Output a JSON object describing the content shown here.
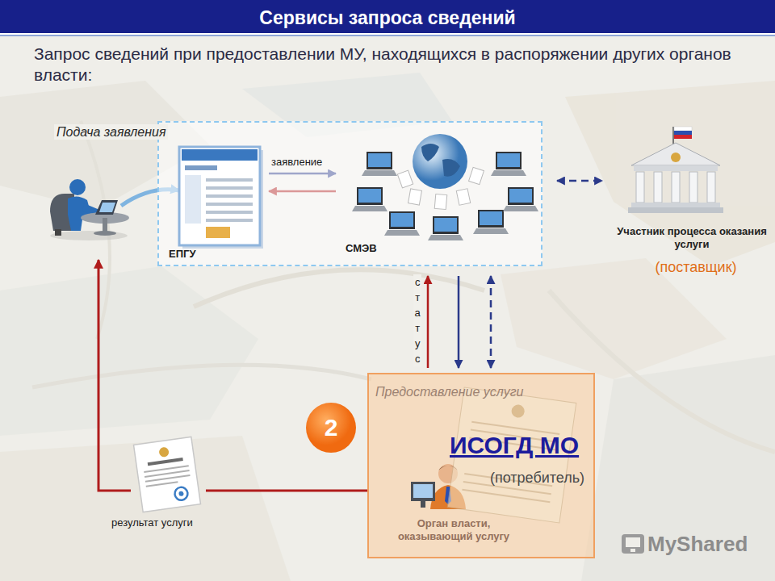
{
  "diagram": {
    "title": "Сервисы запроса сведений",
    "nodes": [
      {
        "text": [
          "Подача заявления"
        ]
      },
      {
        "text": [
          "ЕПГУ"
        ],
        "in": 0
      },
      {
        "text": [
          "СМЭВ"
        ],
        "in": 0
      },
      {
        "text": [
          "Участник процесса оказания услуги",
          "(поставщик)"
        ]
      },
      {
        "text": [
          "2"
        ]
      },
      {
        "text": [
          "Предоставление услуги",
          "ИСОГД МО",
          "(потребитель)"
        ]
      },
      {
        "text": [
          "Орган власти, оказывающий услугу"
        ],
        "in": 5
      }
    ],
    "edges": [
      {
        "from": 1,
        "to": 2,
        "label": "заявление",
        "arrow": "to"
      },
      {
        "from": 2,
        "to": 1,
        "arrow": "to"
      },
      {
        "from": 0,
        "to": 3,
        "arrow": "both"
      },
      {
        "from": 5,
        "to": 2,
        "label": "статус",
        "arrow": "to"
      },
      {
        "from": 2,
        "to": 5,
        "arrow": "to"
      },
      {
        "from": 2,
        "to": 5,
        "arrow": "both"
      }
    ],
    "labels": [
      "Запрос сведений при предоставлении МУ, находящихся в распоряжении других органов власти:",
      "результат услуги",
      "MyShared"
    ]
  }
}
